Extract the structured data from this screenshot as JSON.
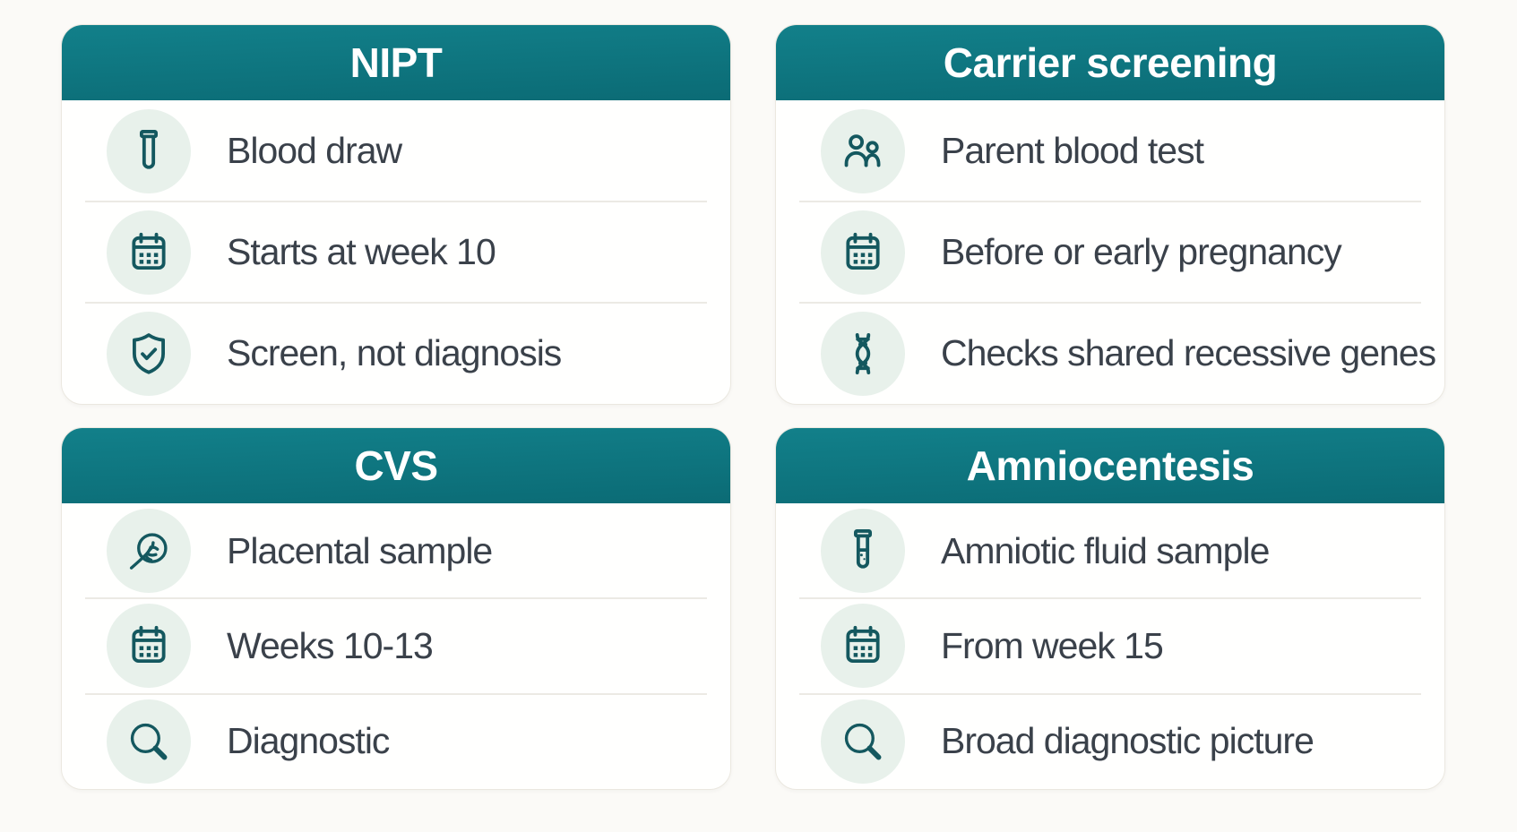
{
  "theme": {
    "page_bg": "#fbfaf7",
    "header_teal": "#12808a",
    "header_teal_dark": "#0b6b75",
    "header_text_color": "#ffffff",
    "card_bg": "#fffffe",
    "card_border": "#ebe8e0",
    "divider": "#eceae4",
    "icon_circle_bg": "#e8f1eb",
    "icon_teal": "#14585f",
    "text_color": "#3a414a"
  },
  "cards": [
    {
      "title": "NIPT",
      "rows": [
        {
          "icon": "test-tube-icon",
          "label": "Blood draw"
        },
        {
          "icon": "calendar-icon",
          "label": "Starts at week 10"
        },
        {
          "icon": "shield-check-icon",
          "label": "Screen, not diagnosis"
        }
      ]
    },
    {
      "title": "Carrier screening",
      "rows": [
        {
          "icon": "parents-icon",
          "label": "Parent blood test"
        },
        {
          "icon": "calendar-icon",
          "label": "Before or early pregnancy"
        },
        {
          "icon": "dna-icon",
          "label": "Checks shared recessive genes"
        }
      ]
    },
    {
      "title": "CVS",
      "rows": [
        {
          "icon": "placenta-icon",
          "label": "Placental sample"
        },
        {
          "icon": "calendar-icon",
          "label": "Weeks 10-13"
        },
        {
          "icon": "magnifier-icon",
          "label": "Diagnostic"
        }
      ]
    },
    {
      "title": "Amniocentesis",
      "rows": [
        {
          "icon": "test-tube-fluid-icon",
          "label": "Amniotic fluid sample"
        },
        {
          "icon": "calendar-icon",
          "label": "From week 15"
        },
        {
          "icon": "magnifier-icon",
          "label": "Broad diagnostic picture"
        }
      ]
    }
  ]
}
